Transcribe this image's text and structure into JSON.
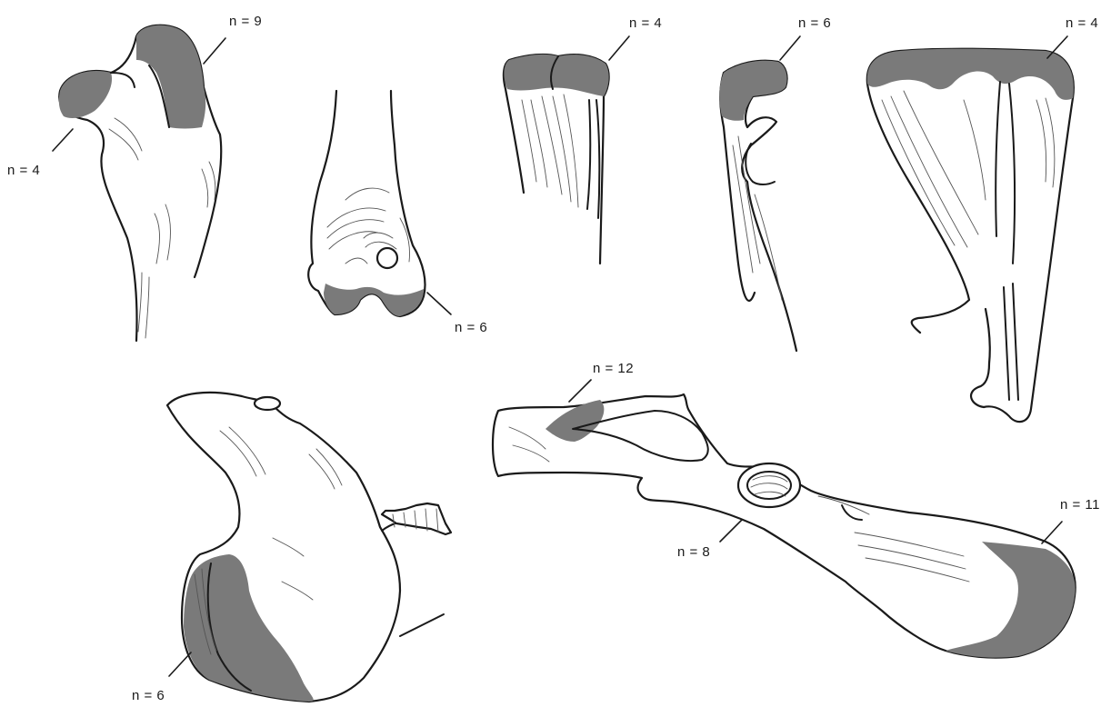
{
  "style": {
    "shade_color": "#7a7a7a",
    "line_color": "#1a1a1a",
    "background": "#ffffff"
  },
  "labels": {
    "proximal_humerus_head": "n = 9",
    "proximal_humerus_tubercle": "n = 4",
    "distal_humerus": "n = 6",
    "proximal_radius": "n = 4",
    "proximal_ulna": "n = 6",
    "scapula": "n = 4",
    "ilium_crest": "n = 12",
    "acetabulum": "n = 8",
    "ischium": "n = 11",
    "femur_trochanter": "n = 6"
  }
}
